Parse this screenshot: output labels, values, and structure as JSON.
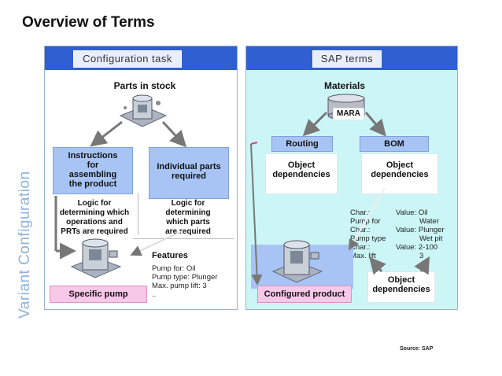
{
  "title": "Overview of Terms",
  "side_label": "Variant Configuration",
  "left": {
    "header": "Configuration task",
    "parts_in_stock": "Parts in stock",
    "instructions": [
      "Instructions",
      "for",
      "assembling",
      "the product"
    ],
    "individual_parts": [
      "Individual parts",
      "required"
    ],
    "logic_ops": [
      "Logic for",
      "determining which",
      "operations and",
      "PRTs are required"
    ],
    "logic_parts": [
      "Logic for",
      "determining",
      "which parts",
      "are required"
    ],
    "features_label": "Features",
    "features": [
      "Pump for: Oil",
      "Pump type: Plunger",
      "Max. pump lift: 3",
      ".."
    ],
    "specific_pump": "Specific pump"
  },
  "right": {
    "header": "SAP terms",
    "materials": "Materials",
    "mara": "MARA",
    "routing": "Routing",
    "bom": "BOM",
    "obj_dep_left": [
      "Object",
      "dependencies"
    ],
    "obj_dep_right": [
      "Object",
      "dependencies"
    ],
    "char_table": [
      [
        "Char.:",
        "Value: Oil"
      ],
      [
        "Pump for",
        "Water"
      ],
      [
        "Char.:",
        "Value: Plunger"
      ],
      [
        "Pump type",
        "Wet pit"
      ],
      [
        "Char.:",
        "Value: 2-100"
      ],
      [
        "Max. lift",
        "3"
      ]
    ],
    "obj_dep_bottom": [
      "Object",
      "dependencies"
    ],
    "configured_product": "Configured product"
  },
  "source": "Source: SAP",
  "colors": {
    "header_blue": "#2f5fd0",
    "box_blue": "#a7c4f5",
    "cyan_bg": "#ccf5f5",
    "pink": "#f8c8e8",
    "arrow_gray": "#777777"
  }
}
